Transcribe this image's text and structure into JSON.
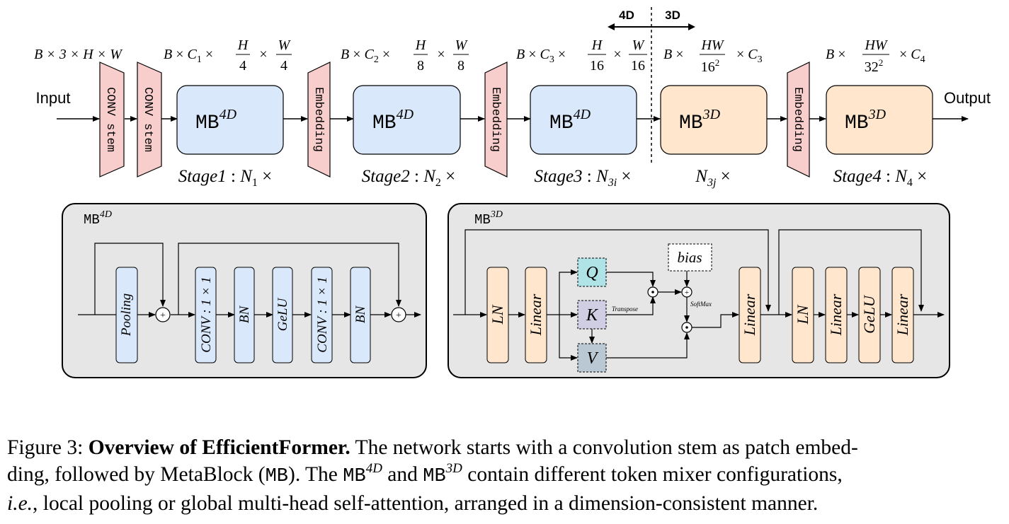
{
  "io": {
    "input": "Input",
    "output": "Output"
  },
  "stem": {
    "label": "CONV stem"
  },
  "embedding": {
    "label": "Embedding"
  },
  "mb": {
    "name": "MB",
    "sup4": "4D",
    "sup3": "3D"
  },
  "split": {
    "left": "4D",
    "right": "3D"
  },
  "stages": {
    "s1": {
      "name": "Stage1",
      "count": "N",
      "sub": "1"
    },
    "s2": {
      "name": "Stage2",
      "count": "N",
      "sub": "2"
    },
    "s3": {
      "name": "Stage3",
      "count": "N",
      "sub": "3i"
    },
    "s3j": {
      "count": "N",
      "sub": "3j"
    },
    "s4": {
      "name": "Stage4",
      "count": "N",
      "sub": "4"
    }
  },
  "dims": {
    "input": "B × 3 × H × W",
    "c1": "C",
    "c1_sub": "1",
    "c2_sub": "2",
    "c3_sub": "3",
    "c4_sub": "4",
    "h": "H",
    "w": "W",
    "hw": "HW",
    "d4": "4",
    "d8": "8",
    "d16": "16",
    "d16sq": "16",
    "d32sq": "32",
    "sq": "2",
    "b": "B"
  },
  "mb4d_detail": {
    "title_main": "MB",
    "title_sup": "4D",
    "blocks": [
      "Pooling",
      "CONV : 1 × 1",
      "BN",
      "GeLU",
      "CONV : 1 × 1",
      "BN"
    ]
  },
  "mb3d_detail": {
    "title_main": "MB",
    "title_sup": "3D",
    "ln": "LN",
    "linear": "Linear",
    "q": "Q",
    "k": "K",
    "v": "V",
    "bias": "bias",
    "transpose": "Transpose",
    "softmax": "SoftMax",
    "ffn": [
      "LN",
      "Linear",
      "GeLU",
      "Linear"
    ]
  },
  "caption": {
    "figure_label": "Figure 3:",
    "bold_title": "Overview of EfficientFormer.",
    "line1_rest": "The network starts with a convolution stem as patch embed-",
    "line2_a": "ding, followed by MetaBlock (",
    "line2_mb": "MB",
    "line2_b": "). The ",
    "line2_mb4": "MB",
    "line2_sup4": "4D",
    "line2_c": " and ",
    "line2_mb3": "MB",
    "line2_sup3": "3D",
    "line2_d": " contain different token mixer configurations,",
    "line3_ie": "i.e.",
    "line3_rest": ", local pooling or global multi-head self-attention, arranged in a dimension-consistent manner."
  },
  "colors": {
    "blue_block": "#dae8fc",
    "orange_block": "#ffe6cc",
    "pink_stem": "#f8cecc",
    "panel_bg": "#e6e6e6",
    "q_fill": "#b0e3e6",
    "k_fill": "#d0cee2",
    "v_fill": "#bac8d3"
  }
}
